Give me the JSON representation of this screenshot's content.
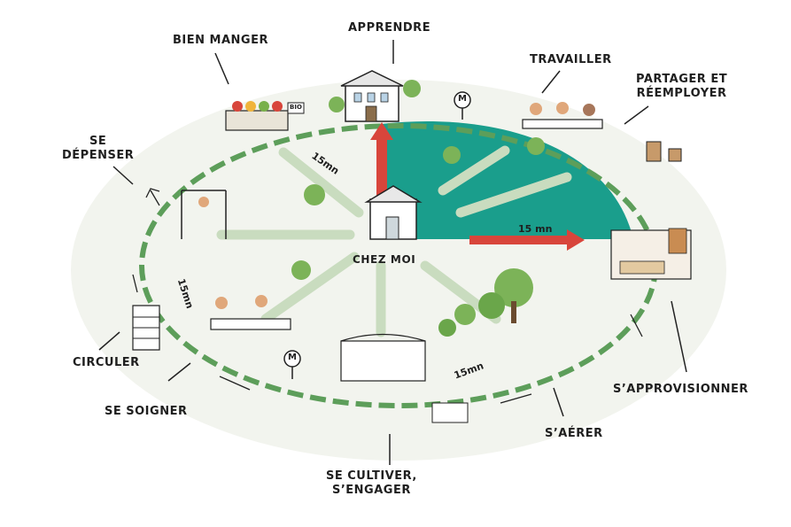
{
  "center": {
    "label": "CHEZ MOI"
  },
  "activities": {
    "apprendre": "APPRENDRE",
    "bien_manger": "BIEN MANGER",
    "travailler": "TRAVAILLER",
    "partager_line1": "PARTAGER ET",
    "partager_line2": "RÉEMPLOYER",
    "se_depenser_line1": "SE",
    "se_depenser_line2": "DÉPENSER",
    "circuler": "CIRCULER",
    "se_soigner": "SE SOIGNER",
    "se_cultiver_line1": "SE CULTIVER,",
    "se_cultiver_line2": "S’ENGAGER",
    "s_aerer": "S’AÉRER",
    "s_approvisionner": "S’APPROVISIONNER"
  },
  "distances": {
    "d1": "15mn",
    "d2": "15 mn",
    "d3": "15mn",
    "d4": "15mn"
  },
  "signs": {
    "metro": "M",
    "market": "BIO"
  },
  "colors": {
    "teal_sector": "#1a9e8c",
    "ring_dash": "#5d9e5a",
    "arrow_red": "#d8453b",
    "road": "#c9dcbf",
    "ink": "#222222"
  }
}
